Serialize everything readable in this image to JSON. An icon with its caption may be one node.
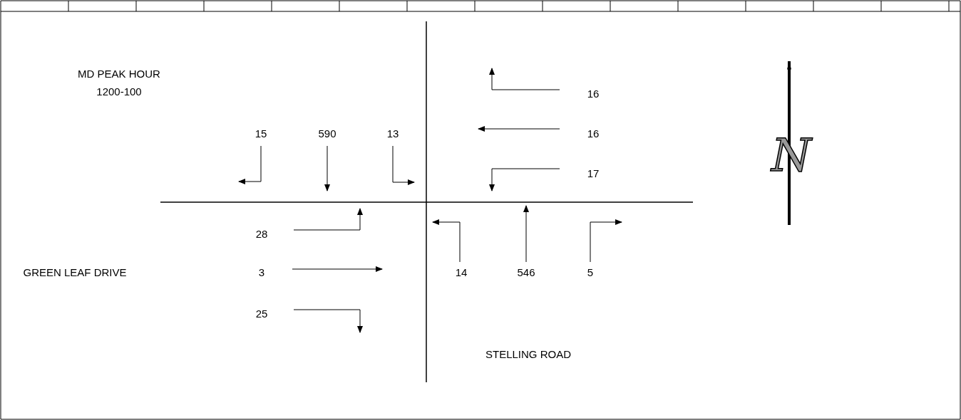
{
  "diagram": {
    "labels": [
      "MD PEAK HOUR",
      "1200-100",
      "16",
      "15",
      "590",
      "13",
      "16",
      "17",
      "N",
      "28",
      "GREEN LEAF DRIVE",
      "3",
      "14",
      "546",
      "5",
      "25",
      "STELLING ROAD"
    ]
  }
}
